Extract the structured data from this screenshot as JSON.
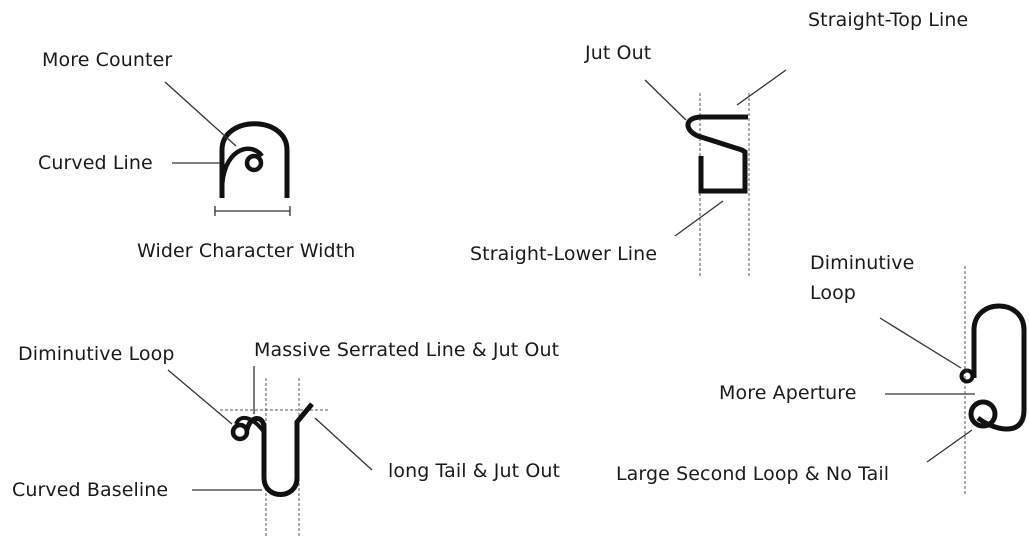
{
  "annotations": {
    "more_counter": "More Counter",
    "curved_line": "Curved Line",
    "wider_character_width": "Wider Character Width",
    "jut_out": "Jut Out",
    "straight_top_line": "Straight-Top Line",
    "straight_lower_line": "Straight-Lower Line",
    "diminutive_loop_right": "Diminutive Loop",
    "more_aperture": "More Aperture",
    "large_second_loop": "Large Second Loop & No Tail",
    "diminutive_loop_left": "Diminutive Loop",
    "massive_serrated_line": "Massive Serrated Line & Jut Out",
    "long_tail": "long Tail & Jut Out",
    "curved_baseline": "Curved Baseline"
  },
  "colors": {
    "ink": "#111111",
    "line": "#333333",
    "guide": "#555555"
  }
}
